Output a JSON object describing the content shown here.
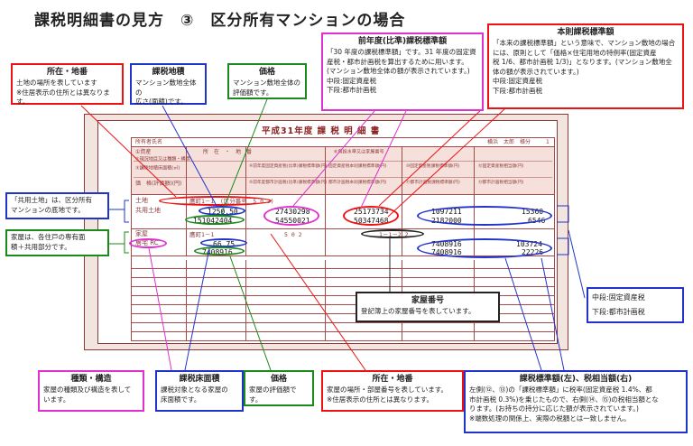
{
  "title": "課税明細書の見方　③　区分所有マンションの場合",
  "callouts": {
    "shozai": {
      "heading": "所在・地番",
      "body": [
        "土地の場所を表しています",
        "※住居表示の住所とは異なります。"
      ]
    },
    "chiseki": {
      "heading": "課税地積",
      "body": [
        "マンション敷地全体の",
        "広さ(面積)です。"
      ]
    },
    "kakaku": {
      "heading": "価格",
      "body": [
        "マンション敷地全体の",
        "評価額です。"
      ]
    },
    "zennendo": {
      "heading": "前年度(比準)課税標準額",
      "body": [
        "「30 年度の課税標準額」です。31 年度の固定資",
        "産税・都市計画税を算出するために用います。",
        "(マンション敷地全体の額が表示されています。)",
        "中段:固定資産税",
        "下段:都市計画税"
      ]
    },
    "honsoku": {
      "heading": "本則課税標準額",
      "body": [
        "「本来の課税標準額」という意味で、マンション敷地の場合",
        "には、原則として「価格×住宅用地の特例率(固定資産",
        "税 1/6、都市計画税 1/3)」となります。(マンション敷地全",
        "体の額が表示されています。)",
        "中段:固定資産税",
        "下段:都市計画税"
      ]
    },
    "kyoyo": {
      "body": [
        "「共用土地」は、区分所有",
        "マンションの底地です。"
      ]
    },
    "kaoku": {
      "body": [
        "家屋は、各住戸の専有面",
        "積＋共用部分です。"
      ]
    },
    "kaoku_bango": {
      "heading": "家屋番号",
      "body": [
        "登記簿上の家屋番号を表しています。"
      ]
    },
    "side": {
      "lines": [
        "中段:固定資産税",
        "下段:都市計画税"
      ]
    },
    "shurui": {
      "heading": "種類・構造",
      "body": [
        "家屋の種類及び構造を表して",
        "います。"
      ]
    },
    "yukamenseki": {
      "heading": "課税床面積",
      "body": [
        "課税対象となる家屋の",
        "床面積です。"
      ]
    },
    "kakaku2": {
      "heading": "価格",
      "body": [
        "家屋の評価額です。"
      ]
    },
    "shozai2": {
      "heading": "所在・地番",
      "body": [
        "家屋の場所・部屋番号を表しています。",
        "※住居表示の住所とは異なります。"
      ]
    },
    "zeigaku": {
      "heading": "課税標準額(左)、税相当額(右)",
      "body": [
        "左側(⑫、⑬)の「課税標準額」に税率(固定資産税 1.4%、都",
        "市計画税 0.3%)を乗じたもので、右側(⑭、⑮)の税相当額とな",
        "ります。(お持ちの持分に応じた額が表示されています。)",
        "※端数処理の関係上、実際の税額とは一致しません。"
      ]
    }
  },
  "doc": {
    "title": "平成31年度 課 税 明 細 書",
    "owner_label": "所有者氏名",
    "owner_name": "横浜　太郎　様分",
    "page": "1",
    "col1": [
      "①資産",
      "②現況地目又は種類・構造",
      "③課税地積床面積(㎡)"
    ],
    "col2": [
      "所　在　・　地　番"
    ],
    "col3": [
      "④前年度固定資産税(比準)課税標準額(円)",
      "⑤前年度都市計画税(比準)課税標準額(円)"
    ],
    "col4": [
      "⑥負担水準又は家屋番号",
      "固定資産税本則課税標準額(円)",
      "都市計画税本則課税標準額(円)"
    ],
    "col5": [
      "⑩固定資産税課税標準額(円)",
      "⑪都市計画税課税標準額(円)"
    ],
    "col6": [
      "⑫固定資産税相当額(円)",
      "⑬都市計画税相当額(円)"
    ],
    "price_label": "価　格(評価額)(円)",
    "land": {
      "type": "土地",
      "kind": "共用土地",
      "location": "鷹町1－1　(区分番号　5 0 2)",
      "area": "1250.50",
      "price": "151042404",
      "prev_fixed": "27430298",
      "prev_city": "54550021",
      "base_fixed": "25173734",
      "base_city": "50347468",
      "std_fixed": "1097211",
      "std_city": "2182000",
      "tax_fixed": "15360",
      "tax_city": "6546"
    },
    "building": {
      "type": "家屋",
      "kind": "居宅 RC",
      "location": "鷹町1－1",
      "room": "5 0 2",
      "number": "1－1－2 2",
      "area": "66.75",
      "price": "7408916",
      "std_fixed": "7408916",
      "std_city": "7408916",
      "tax_fixed": "103724",
      "tax_city": "22226"
    }
  }
}
